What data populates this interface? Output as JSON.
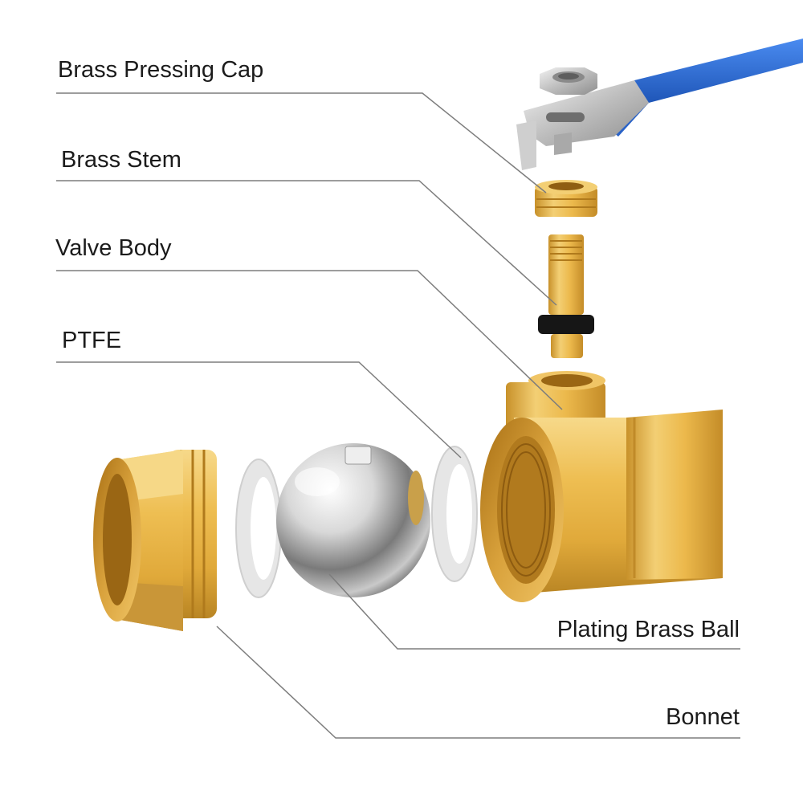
{
  "labels": {
    "brass_pressing_cap": "Brass Pressing Cap",
    "brass_stem": "Brass Stem",
    "valve_body": "Valve Body",
    "ptfe": "PTFE",
    "plating_brass_ball": "Plating Brass Ball",
    "bonnet": "Bonnet"
  },
  "colors": {
    "background": "#ffffff",
    "leader_line": "#7d7d7d",
    "brass": "#e8b648",
    "brass_dark": "#b8831e",
    "chrome": "#d9d9d9",
    "ptfe": "#f4f4f4",
    "handle": "#2f6fd8",
    "gasket": "#1a1a1a"
  }
}
